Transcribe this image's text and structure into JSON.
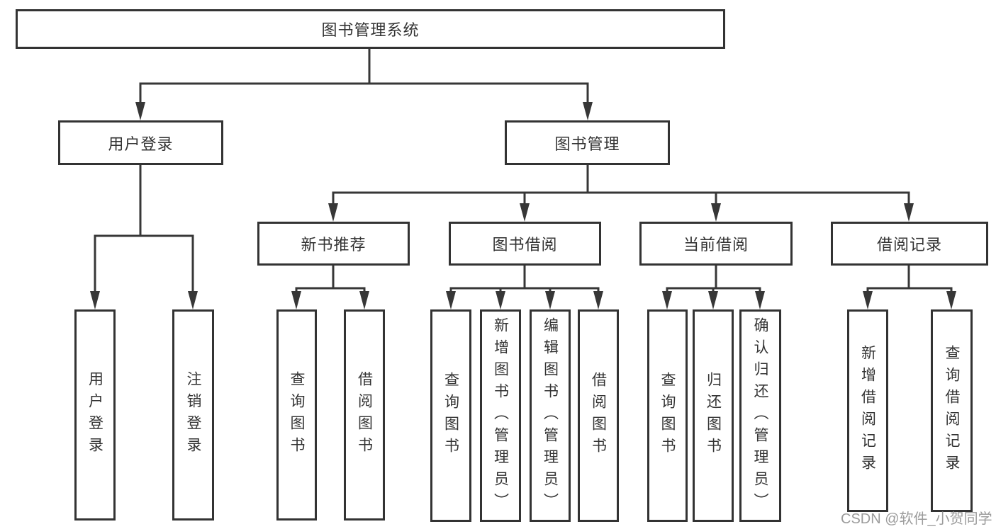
{
  "diagram": {
    "root": {
      "label": "图书管理系统"
    },
    "branches": [
      {
        "label": "用户登录",
        "children": [
          {
            "label": "用户登录"
          },
          {
            "label": "注销登录"
          }
        ]
      },
      {
        "label": "图书管理",
        "children": [
          {
            "label": "新书推荐",
            "children": [
              {
                "label": "查询图书"
              },
              {
                "label": "借阅图书"
              }
            ]
          },
          {
            "label": "图书借阅",
            "children": [
              {
                "label": "查询图书"
              },
              {
                "label": "新增图书（管理员）"
              },
              {
                "label": "编辑图书（管理员）"
              },
              {
                "label": "借阅图书"
              }
            ]
          },
          {
            "label": "当前借阅",
            "children": [
              {
                "label": "查询图书"
              },
              {
                "label": "归还图书"
              },
              {
                "label": "确认归还（管理员）"
              }
            ]
          },
          {
            "label": "借阅记录",
            "children": [
              {
                "label": "新增借阅记录"
              },
              {
                "label": "查询借阅记录"
              }
            ]
          }
        ]
      }
    ]
  },
  "watermark": {
    "text": "CSDN @软件_小贺同学"
  },
  "colors": {
    "line": "#373737",
    "box_border": "#333333",
    "text": "#333333",
    "watermark_text": "#9b9b9b",
    "background": "#ffffff"
  }
}
